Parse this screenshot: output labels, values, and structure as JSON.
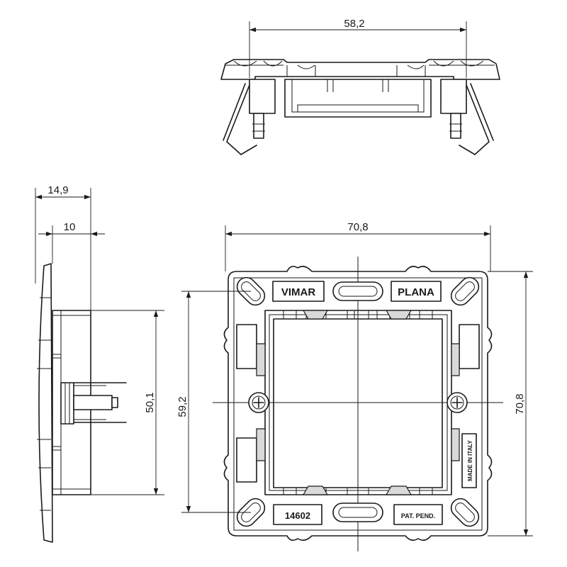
{
  "dimensions": {
    "top_width": "58,2",
    "side_depth_total": "14,9",
    "side_depth_front": "10",
    "side_height": "50,1",
    "front_width": "70,8",
    "front_inner_height": "59,2",
    "front_height": "70,8"
  },
  "markings": {
    "brand": "VIMAR",
    "series": "PLANA",
    "code": "14602",
    "patent": "PAT. PEND.",
    "origin": "MADE IN ITALY"
  },
  "colors": {
    "line": "#1a1a1a",
    "background": "#ffffff"
  }
}
